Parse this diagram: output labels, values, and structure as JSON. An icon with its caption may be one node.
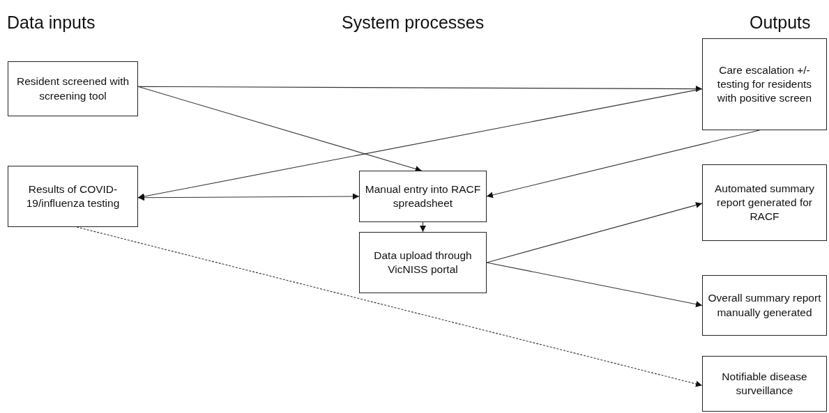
{
  "diagram": {
    "nodes": [
      {
        "text": [
          "Resident screened with screening tool"
        ]
      },
      {
        "text": [
          "Care escalation +/- testing for residents with positive screen"
        ]
      },
      {
        "text": [
          "Results of COVID-19/influenza testing"
        ]
      },
      {
        "text": [
          "Manual entry into RACF spreadsheet"
        ]
      },
      {
        "text": [
          "Automated summary report generated for RACF"
        ]
      },
      {
        "text": [
          "Data upload through VicNISS portal"
        ]
      },
      {
        "text": [
          "Overall summary report manually generated"
        ]
      },
      {
        "text": [
          "Notifiable disease surveillance"
        ]
      }
    ],
    "edges": [
      {
        "from": 0,
        "to": 1,
        "arrow": "to"
      },
      {
        "from": 0,
        "to": 3,
        "arrow": "to"
      },
      {
        "from": 1,
        "to": 2,
        "arrow": "to"
      },
      {
        "from": 2,
        "to": 3,
        "arrow": "both"
      },
      {
        "from": 1,
        "to": 3,
        "arrow": "to"
      },
      {
        "from": 3,
        "to": 5,
        "arrow": "to"
      },
      {
        "from": 5,
        "to": 4,
        "arrow": "to"
      },
      {
        "from": 5,
        "to": 6,
        "arrow": "to"
      },
      {
        "from": 2,
        "to": 7,
        "arrow": "to",
        "style": "dashed"
      }
    ],
    "labels": [
      "Data inputs",
      "System processes",
      "Outputs"
    ]
  }
}
